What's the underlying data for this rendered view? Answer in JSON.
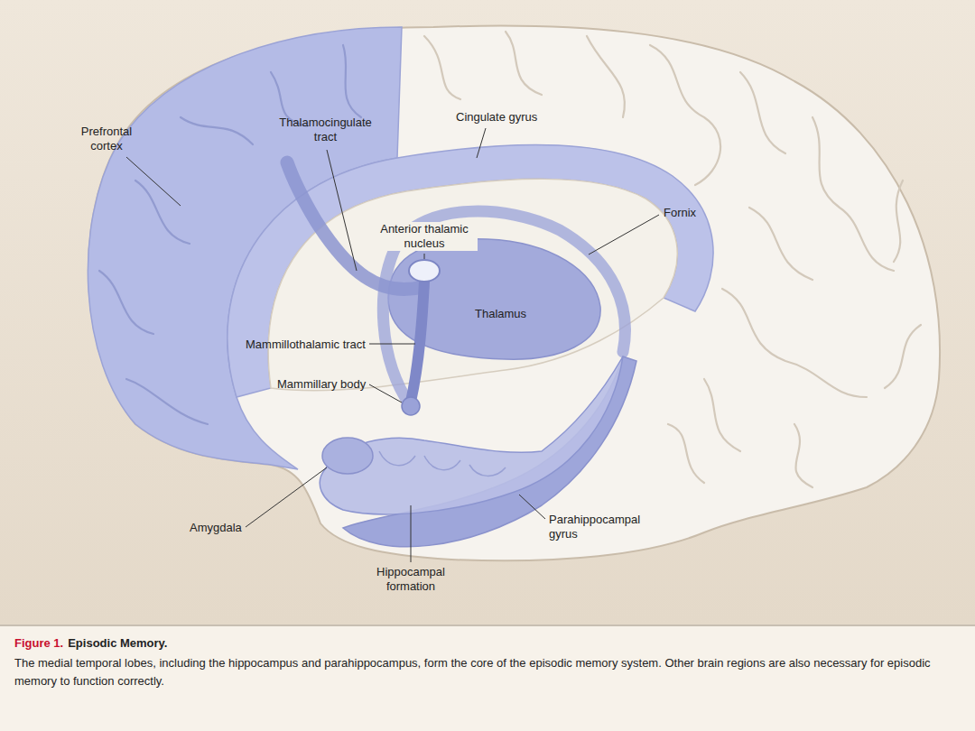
{
  "diagram": {
    "title": "Episodic Memory.",
    "caption": "The medial temporal lobes, including the hippocampus and parahippocampus, form the core of the episodic memory system. Other brain regions are also necessary for episodic memory to function correctly.",
    "labels": [
      "Prefrontal cortex",
      "Thalamocingulate tract",
      "Cingulate gyrus",
      "Anterior thalamic nucleus",
      "Fornix",
      "Thalamus",
      "Mammillothalamic tract",
      "Mammillary body",
      "Amygdala",
      "Parahippocampal gyrus",
      "Hippocampal formation",
      "Figure 1."
    ]
  }
}
